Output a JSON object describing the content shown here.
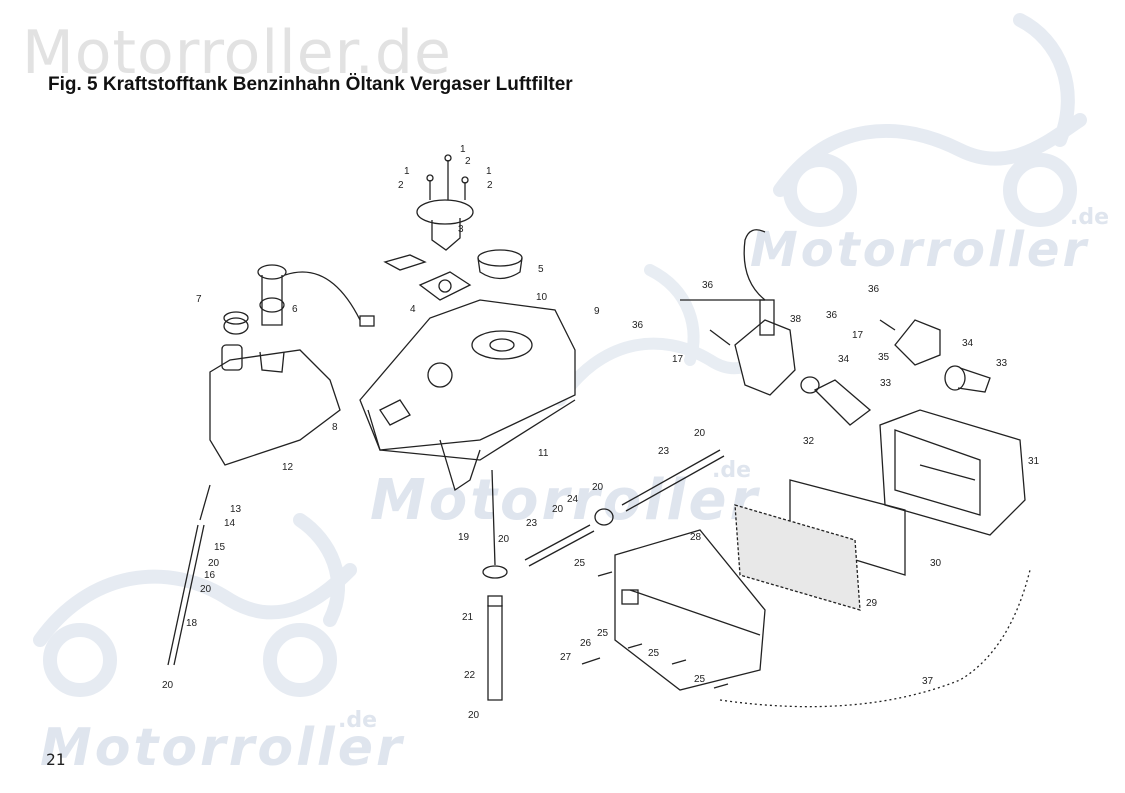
{
  "watermarks": {
    "top": "Motorroller.de",
    "logo_text": "Motorroller",
    "logo_suffix": ".de"
  },
  "figure": {
    "title": "Fig. 5 Kraftstofftank Benzinhahn Öltank Vergaser Luftfilter",
    "page_number": "21"
  },
  "parts": {
    "1": "1",
    "2": "2",
    "3": "3",
    "4": "4",
    "5": "5",
    "6": "6",
    "7": "7",
    "8": "8",
    "9": "9",
    "10": "10",
    "11": "11",
    "12": "12",
    "13": "13",
    "14": "14",
    "15": "15",
    "16": "16",
    "17": "17",
    "18": "18",
    "19": "19",
    "20": "20",
    "21": "21",
    "22": "22",
    "23": "23",
    "24": "24",
    "25": "25",
    "26": "26",
    "27": "27",
    "28": "28",
    "29": "29",
    "30": "30",
    "31": "31",
    "32": "32",
    "33": "33",
    "34": "34",
    "35": "35",
    "36": "36",
    "37": "37",
    "38": "38"
  },
  "colors": {
    "ink": "#222222",
    "watermark": "#dfe5ee"
  }
}
